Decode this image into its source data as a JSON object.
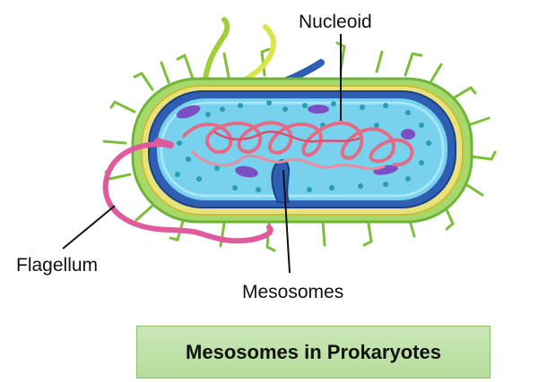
{
  "labels": {
    "nucleoid": "Nucleoid",
    "flagellum": "Flagellum",
    "mesosomes": "Mesosomes"
  },
  "title": "Mesosomes in Prokaryotes",
  "colors": {
    "capsule_green": "#9fcf3a",
    "cell_wall_yellow": "#e8e27a",
    "membrane_blue": "#2f5fb3",
    "cytoplasm_blue": "#73d3f0",
    "dna_pink": "#e46a86",
    "flagellum_pink": "#e05a9e",
    "ribosome_teal": "#2b9bb6",
    "inclusion_purple": "#7b4fc3",
    "title_box_fill": "#c1e2aa",
    "title_box_border": "#8cc26d"
  }
}
